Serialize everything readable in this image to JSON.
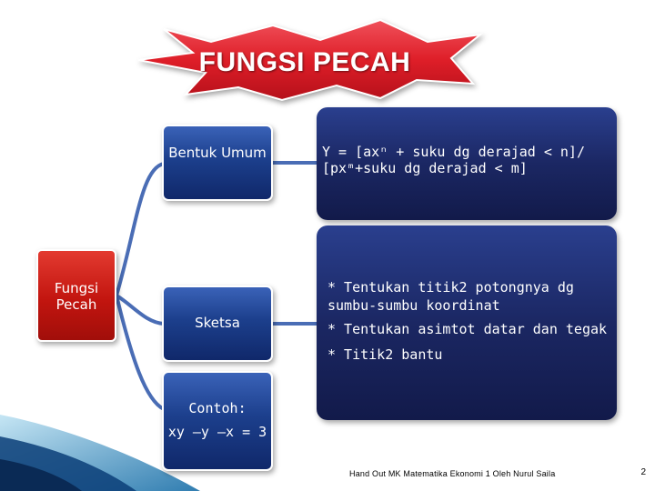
{
  "title": "FUNGSI PECAH",
  "root_label": "Fungsi Pecah",
  "branches": [
    {
      "label": "Bentuk Umum",
      "content": [
        "Y = [axⁿ + suku dg derajad < n]/ [pxᵐ+suku dg derajad < m]"
      ]
    },
    {
      "label": "Sketsa",
      "content": [
        "* Tentukan titik2 potongnya dg sumbu-sumbu koordinat",
        "* Tentukan asimtot datar dan tegak",
        "* Titik2 bantu"
      ]
    }
  ],
  "contoh": {
    "label": "Contoh:",
    "equation": "xy –y –x = 3"
  },
  "footer": "Hand Out MK Matematika Ekonomi 1 Oleh Nurul Saila",
  "page_number": "2",
  "colors": {
    "title_burst": "#e0202a",
    "root_box": "#c2150f",
    "branch_box": "#1c3f8c",
    "panel": "#1b2763",
    "connector": "#4a6db5"
  }
}
